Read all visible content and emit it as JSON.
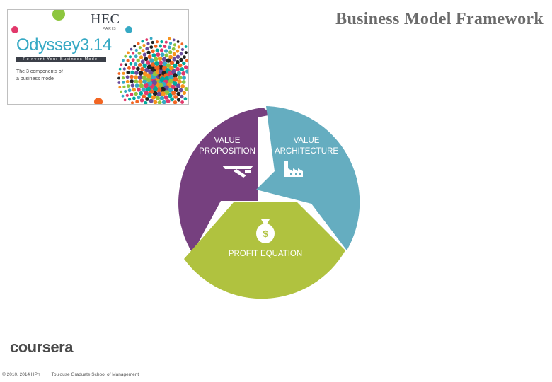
{
  "banner": {
    "institution": "HEC",
    "institution_sub": "PARIS",
    "program_word": "Odyssey",
    "program_num": "3.14",
    "strip_text": "Reinvent Your Business Model",
    "desc_line1": "The 3 components of",
    "desc_line2": "a business model"
  },
  "slide": {
    "title": "Business Model Framework"
  },
  "wheel": {
    "segments": [
      {
        "line1": "VALUE",
        "line2": "PROPOSITION",
        "color": "#76407f",
        "icon": "serving-hand-icon"
      },
      {
        "line1": "VALUE",
        "line2": "ARCHITECTURE",
        "color": "#65adc0",
        "icon": "factory-icon"
      },
      {
        "line1": "PROFIT EQUATION",
        "line2": "",
        "color": "#b0c23f",
        "icon": "money-bag-icon"
      }
    ]
  },
  "branding": {
    "logo": "coursera"
  },
  "footer": {
    "copyright": "© 2010, 2014 HPh",
    "school": "Toulouse Graduate School of Management"
  }
}
